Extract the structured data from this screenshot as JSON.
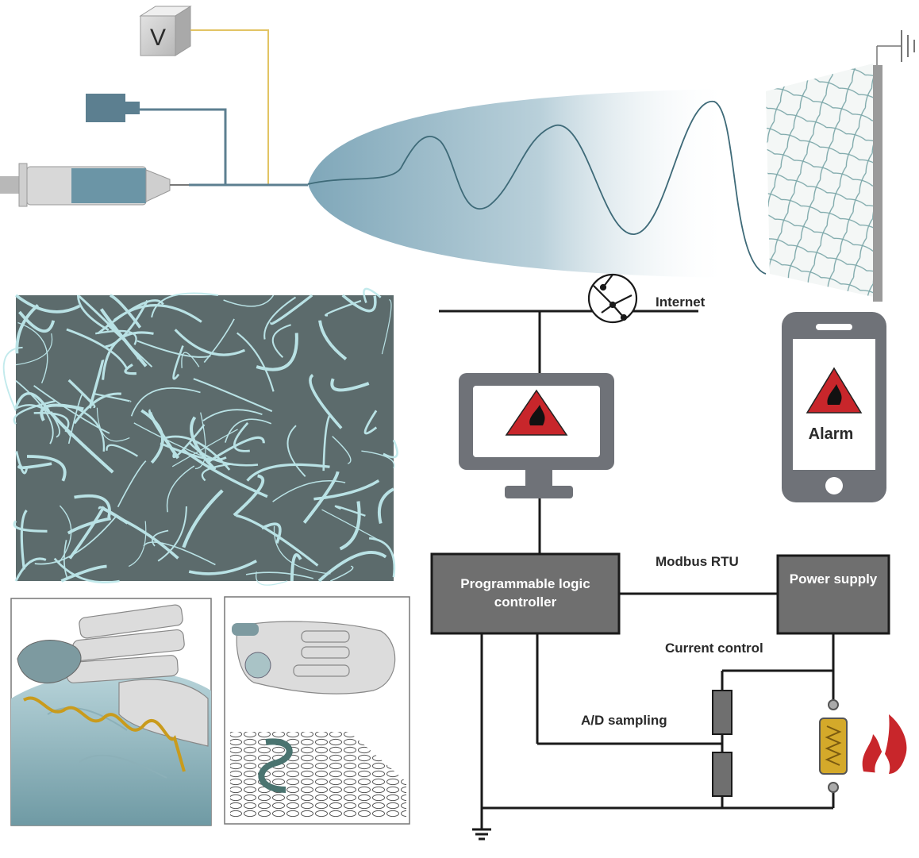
{
  "electrospinning": {
    "voltage_symbol": "V"
  },
  "network": {
    "internet_label": "Internet"
  },
  "phone": {
    "alarm_label": "Alarm"
  },
  "control": {
    "plc_line1": "Programmable logic",
    "plc_line2": "controller",
    "power_supply_label": "Power supply",
    "modbus_label": "Modbus RTU",
    "current_control_label": "Current control",
    "ad_sampling_label": "A/D sampling"
  },
  "colors": {
    "line": "#1a1a1a",
    "box_fill": "#6f6f6f",
    "alarm_red": "#c8262b",
    "heater_gold": "#d4a92a",
    "fiber": "#bfe9ec",
    "plume": "#8fb3c2"
  }
}
